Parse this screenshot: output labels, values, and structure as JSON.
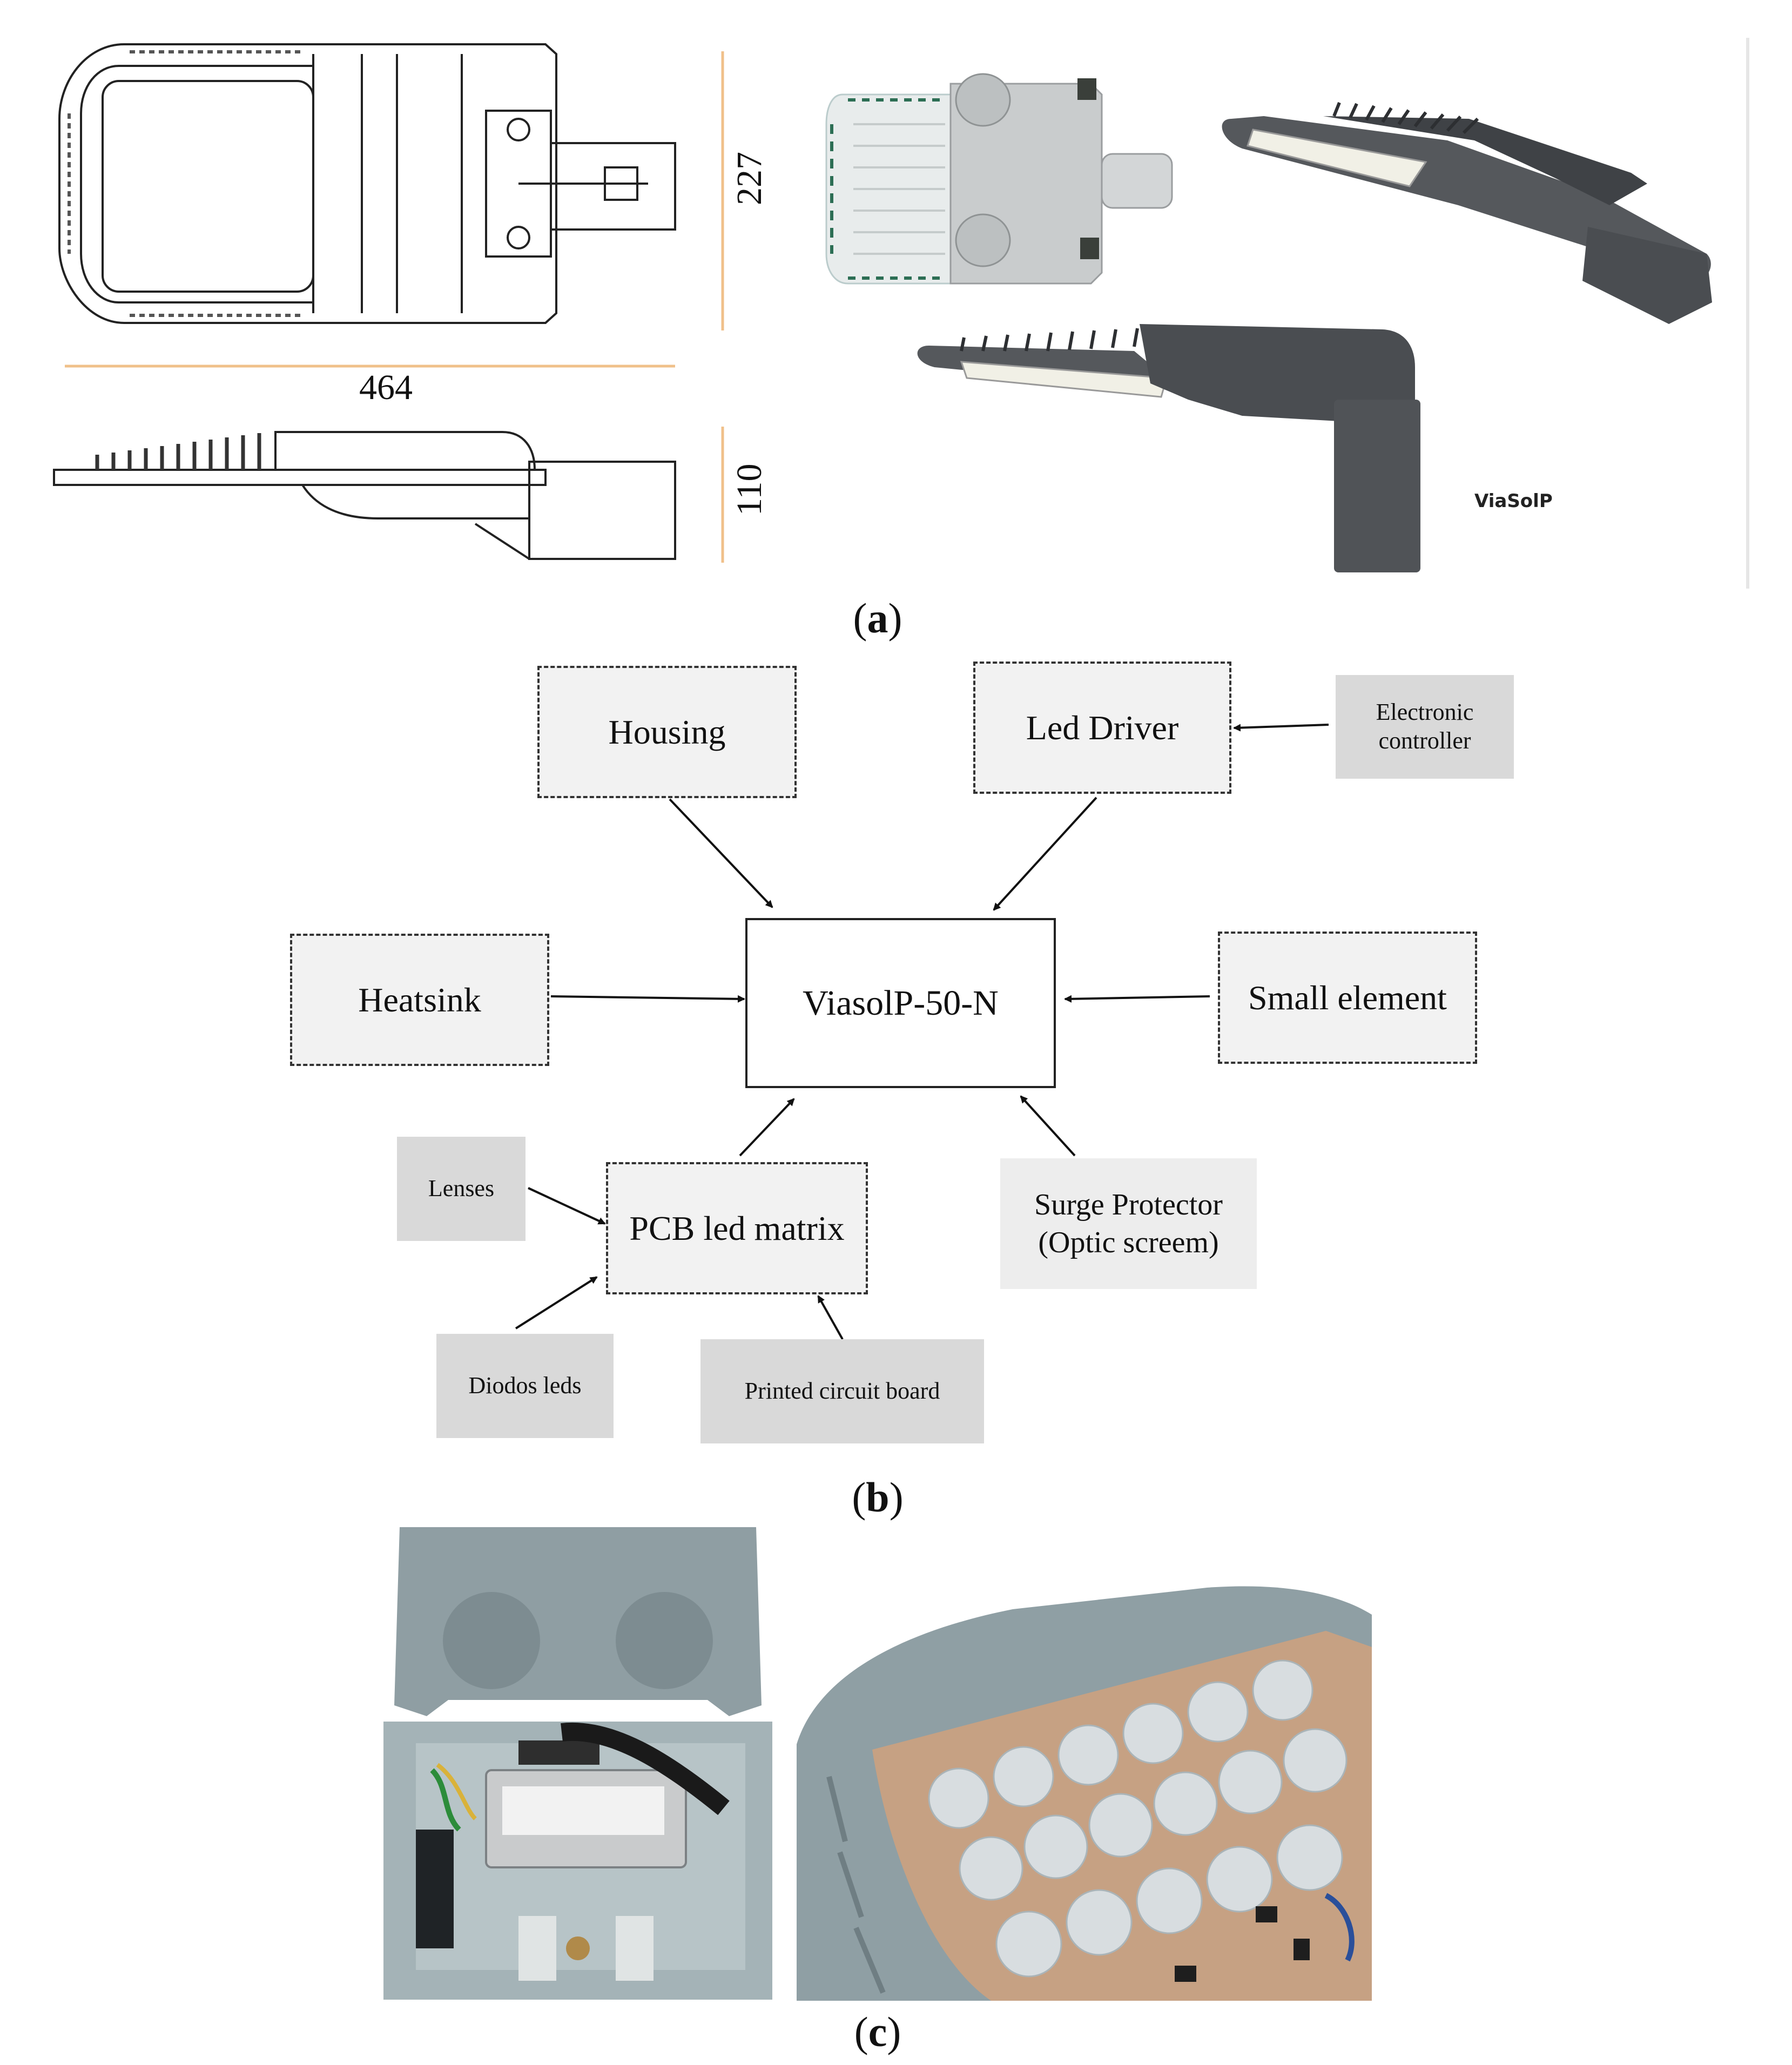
{
  "panel_a": {
    "caption_letter": "a",
    "dim_width": "464",
    "dim_height_top": "227",
    "dim_height_side": "110",
    "brand_label": "ViaSolP"
  },
  "panel_b": {
    "caption_letter": "b",
    "nodes": {
      "housing": "Housing",
      "led_driver": "Led Driver",
      "electronic_controller": "Electronic controller",
      "heatsink": "Heatsink",
      "center": "ViasolP-50-N",
      "small_element": "Small element",
      "lenses": "Lenses",
      "pcb": "PCB led matrix",
      "surge_protector": "Surge Protector (Optic screem)",
      "diodos": "Diodos leds",
      "printed_circuit": "Printed circuit board"
    }
  },
  "panel_c": {
    "caption_letter": "c"
  },
  "colors": {
    "dimension_line": "#f0c08a",
    "luminaire_body": "#55585c",
    "housing_gray": "#c9cccd",
    "photo_gray_blue": "#9aa8ac",
    "led_board": "#c6a183"
  }
}
